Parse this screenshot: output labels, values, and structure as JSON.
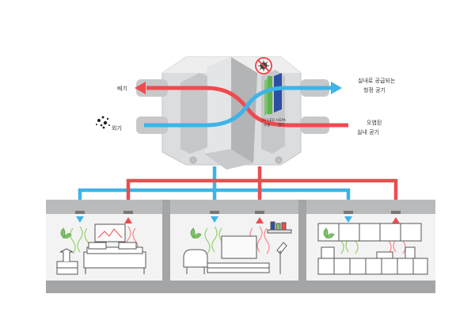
{
  "colors": {
    "supply_blue": "#3db4e8",
    "exhaust_red": "#ef4b4f",
    "unit_body": "#d9dadc",
    "floor_band": "#a4a5a7",
    "wall_band": "#bdbebf",
    "room_bg": "#f2f2f2",
    "plant_green": "#8fd36f"
  },
  "labels": {
    "exhaust": "배기",
    "outdoor_air": "외기",
    "supply_clean_line1": "실내로 공급되는",
    "supply_clean_line2": "청정 공기",
    "polluted_line1": "오염된",
    "polluted_line2": "실내 공기",
    "uv_led_line1": "UV LED",
    "uv_led_line2": "모듈",
    "hepa_line1": "HEPA",
    "hepa_line2": "필터"
  },
  "icons": {
    "virus_block": "no-virus-icon",
    "dust": "dust-particles-icon"
  },
  "rooms": [
    {
      "name": "bedroom"
    },
    {
      "name": "living-room"
    },
    {
      "name": "kitchen"
    }
  ]
}
